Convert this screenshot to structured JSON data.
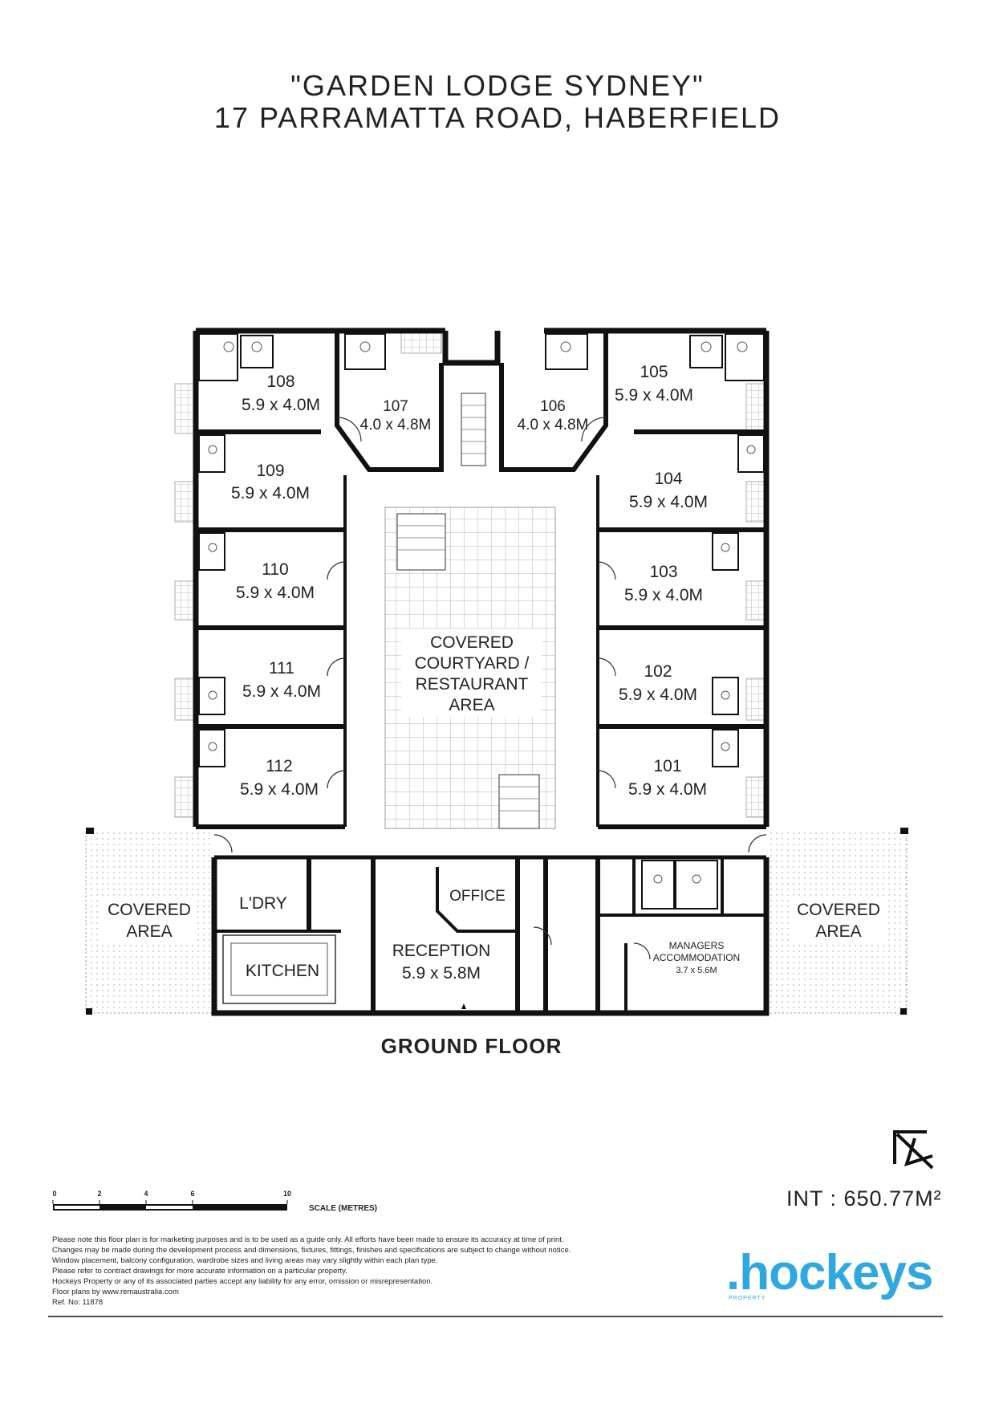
{
  "header": {
    "title_line1": "\"GARDEN LODGE SYDNEY\"",
    "title_line2": "17 PARRAMATTA ROAD, HABERFIELD"
  },
  "rooms": {
    "r108": {
      "number": "108",
      "dims": "5.9 x 4.0M"
    },
    "r107": {
      "number": "107",
      "dims": "4.0 x 4.8M"
    },
    "r106": {
      "number": "106",
      "dims": "4.0 x 4.8M"
    },
    "r105": {
      "number": "105",
      "dims": "5.9 x 4.0M"
    },
    "r109": {
      "number": "109",
      "dims": "5.9 x 4.0M"
    },
    "r104": {
      "number": "104",
      "dims": "5.9 x 4.0M"
    },
    "r110": {
      "number": "110",
      "dims": "5.9 x 4.0M"
    },
    "r103": {
      "number": "103",
      "dims": "5.9 x 4.0M"
    },
    "r111": {
      "number": "111",
      "dims": "5.9 x 4.0M"
    },
    "r102": {
      "number": "102",
      "dims": "5.9 x 4.0M"
    },
    "r112": {
      "number": "112",
      "dims": "5.9 x 4.0M"
    },
    "r101": {
      "number": "101",
      "dims": "5.9 x 4.0M"
    }
  },
  "courtyard": {
    "line1": "COVERED",
    "line2": "COURTYARD /",
    "line3": "RESTAURANT",
    "line4": "AREA"
  },
  "covered_left": {
    "line1": "COVERED",
    "line2": "AREA"
  },
  "covered_right": {
    "line1": "COVERED",
    "line2": "AREA"
  },
  "laundry": "L'DRY",
  "kitchen": "KITCHEN",
  "office": "OFFICE",
  "reception": {
    "name": "RECEPTION",
    "dims": "5.9 x 5.8M"
  },
  "managers": {
    "line1": "MANAGERS",
    "line2": "ACCOMMODATION",
    "dims": "3.7 x 5.6M"
  },
  "floor_label": "GROUND FLOOR",
  "scale": {
    "ticks": [
      "0",
      "2",
      "4",
      "6",
      "10"
    ],
    "title": "SCALE (METRES)"
  },
  "int_area": "INT : 650.77M²",
  "disclaimer": [
    "Please note this floor plan is for marketing purposes and is to be used as a guide only. All efforts have been made to ensure its accuracy at time of print.",
    "Changes may be made during the development process and dimensions, fixtures, fittings, finishes and specifications are subject to change without notice.",
    "Window placement, balcony configuration, wardrobe sizes and living areas may vary slightly within each plan type.",
    "Please refer to contract drawings for more accurate information on a particular property.",
    "Hockeys Property or any of its associated parties accept any liability for any error, omission or misrepresentation.",
    "Floor plans by www.remaustralia.com",
    "Ref. No: 11878"
  ],
  "logo": {
    "text": ".hockeys",
    "sub": "PROPERTY",
    "color": "#2fa8e0"
  },
  "colors": {
    "wall": "#111111",
    "tile": "#bbbbbb",
    "text": "#222222"
  }
}
